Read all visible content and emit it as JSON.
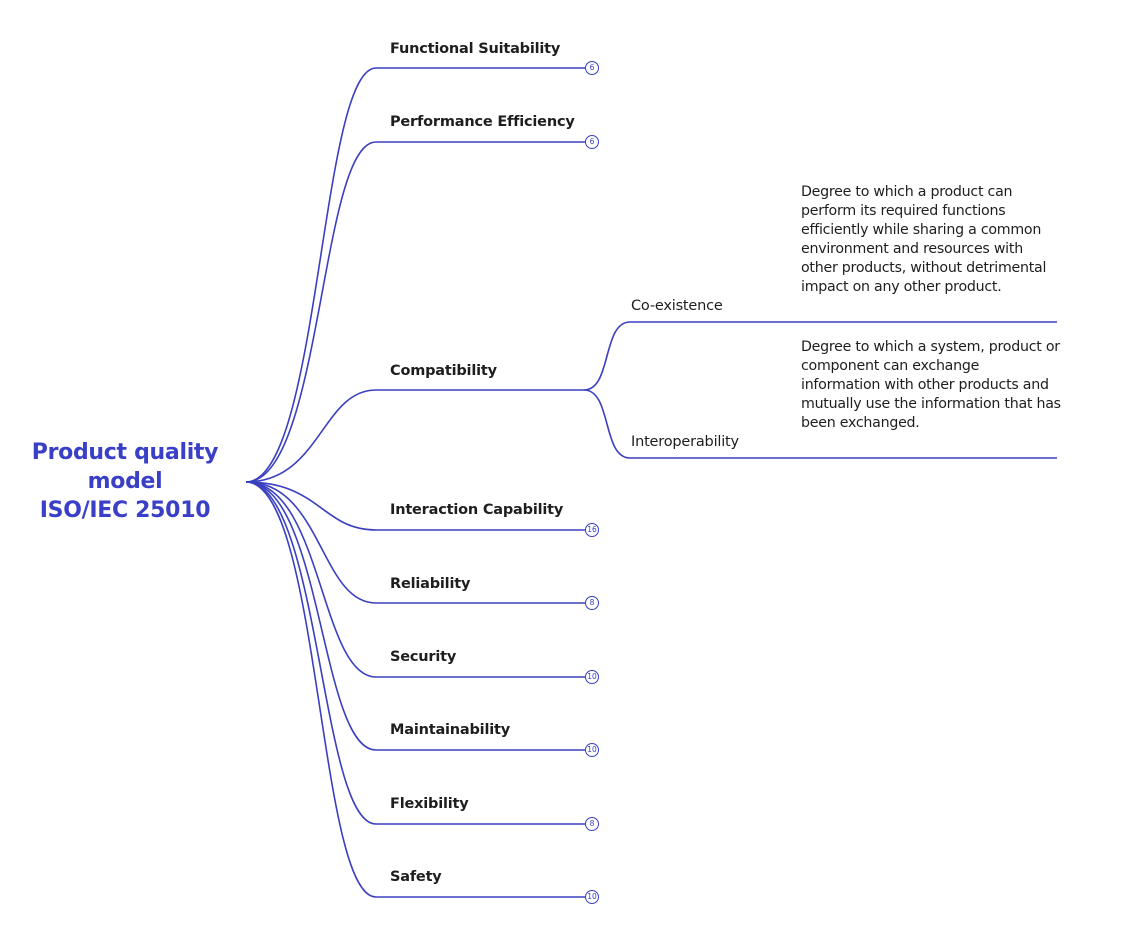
{
  "root": {
    "line1": "Product quality",
    "line2": "model",
    "line3": "ISO/IEC 25010"
  },
  "colors": {
    "accent": "#3a3fc7",
    "line": "#3a40c0",
    "text": "#1e1e1e"
  },
  "branches": [
    {
      "label": "Functional Suitability",
      "count": "6",
      "collapsed": true
    },
    {
      "label": "Performance Efficiency",
      "count": "6",
      "collapsed": true
    },
    {
      "label": "Compatibility",
      "collapsed": false,
      "children": [
        {
          "label": "Co-existence",
          "description": "Degree to which a product can perform its required functions efficiently while sharing a common environment and resources with other products, without detrimental impact on any other product."
        },
        {
          "label": "Interoperability",
          "description": "Degree to which a system, product or component can exchange information with other products and mutually use the information that has been exchanged."
        }
      ]
    },
    {
      "label": "Interaction Capability",
      "count": "16",
      "collapsed": true
    },
    {
      "label": "Reliability",
      "count": "8",
      "collapsed": true
    },
    {
      "label": "Security",
      "count": "10",
      "collapsed": true
    },
    {
      "label": "Maintainability",
      "count": "10",
      "collapsed": true
    },
    {
      "label": "Flexibility",
      "count": "8",
      "collapsed": true
    },
    {
      "label": "Safety",
      "count": "10",
      "collapsed": true
    }
  ]
}
